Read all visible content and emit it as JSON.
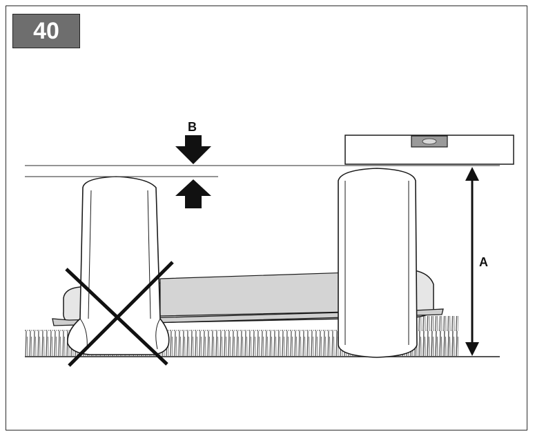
{
  "step": {
    "number": "40"
  },
  "labels": {
    "gap": "B",
    "height": "A"
  },
  "colors": {
    "line": "#1a1a1a",
    "badge": "#6e6e6e",
    "panel": "#d8d8d8",
    "grass": "#444444"
  },
  "icons": [
    "down-arrow-icon",
    "up-arrow-icon",
    "double-arrow-icon",
    "spirit-level-icon",
    "cross-mark-icon"
  ]
}
